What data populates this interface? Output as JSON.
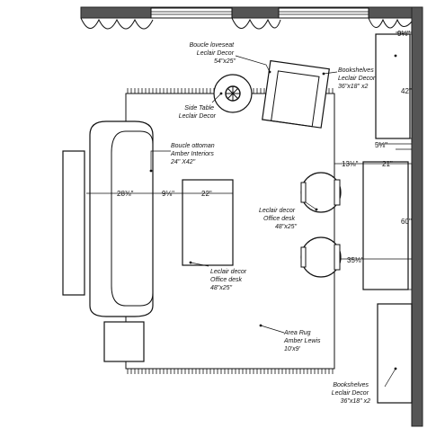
{
  "labels": {
    "loveseat": [
      "Boucle loveseat",
      "Leclair Decor",
      "54\"x25\""
    ],
    "side_table": [
      "Side Table",
      "Leclair Decor"
    ],
    "ottoman": [
      "Boucle ottoman",
      "Amber Interiors",
      "24\" X42\""
    ],
    "desk_right": [
      "Leclair decor",
      "Office desk",
      "48\"x25\""
    ],
    "desk_center": [
      "Leclair decor",
      "Office desk",
      "48\"x25\""
    ],
    "rug": [
      "Area Rug",
      "Amber Lewis",
      "10'x9'"
    ],
    "bookshelves_top": [
      "Bookshelves",
      "Leclair Decor",
      "36\"x18\" x2"
    ],
    "bookshelves_bottom": [
      "Bookshelves",
      "Leclair Decor",
      "36\"x18\" x2"
    ]
  },
  "dimensions": {
    "top_right_gap": "9⅛\"",
    "shelf_top_height": "42\"",
    "shelf_gap": "5⅛\"",
    "desk_to_wall": "13⅛\"",
    "desk_width": "21\"",
    "desk_length": "60\"",
    "chair_to_wall": "35⅛\"",
    "sofa_to_ottoman": "28⅜\"",
    "ottoman_gap": "9⅛\"",
    "ottoman_width": "22\""
  }
}
